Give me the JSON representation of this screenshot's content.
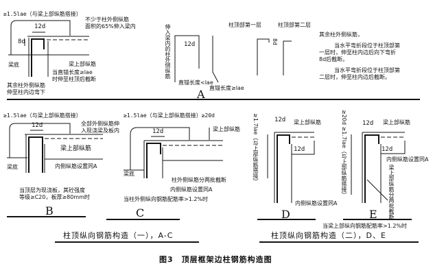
{
  "panel_a": {
    "lap_label": "≥1.5lae（与梁上部纵筋搭接）",
    "min_area_note": [
      "不少于柱外侧纵筋",
      "面积的65%伸入梁内"
    ],
    "d12": "12d",
    "d8": "8d",
    "beam_bottom": "梁底",
    "beam_top_bar": "梁上部纵筋",
    "straight_anchor_note": [
      "当直锚长度≥lae",
      "时伸至柱顶后截断"
    ],
    "other_bars_note": [
      "其余柱外侧纵筋",
      "伸至柱内边弯下"
    ],
    "vertical_label": "伸入梁内的柱外侧纵筋",
    "anchor_lt": "直锚长度<lae",
    "anchor_ge": "直锚长度≥lae",
    "layer1": "柱顶部第一层",
    "layer2": "柱顶部第二层",
    "d8b": "8d",
    "right_title": "其余柱外侧纵筋，",
    "right_p1": [
      "当水平弯折段位于柱顶部第",
      "一层时，伸至柱内边后向下弯折",
      "8d后截断。"
    ],
    "right_p2": [
      "当水平弯折段位于柱顶部第",
      "二层时，伸至柱内边后截断。"
    ],
    "letter": "A"
  },
  "panel_b": {
    "lap_label": "≥1.5lae（与梁上部纵筋搭接）",
    "all_bars_note": [
      "全部外侧纵筋伸",
      "入现浇梁及板内"
    ],
    "d12": "12d",
    "beam_top_bar": "梁上部纵筋",
    "inner_bars": "内侧纵筋设置同A",
    "beam_bottom": "梁底",
    "condition": [
      "当顶层为现浇板，其砼强度",
      "等级≥C20，板厚≥80mm时"
    ],
    "letter": "B"
  },
  "panel_c": {
    "lap_label": "≥1.5lae（与梁上部纵筋搭接）≥20d",
    "d12": "12d",
    "beam_top_bar": "梁上部纵筋",
    "beam_bottom": "梁底",
    "cut_note": "柱外侧纵筋分两批截断",
    "inner_bars": "内侧纵筋设置同A",
    "condition": "当柱外侧纵向钢筋配筋率>1.2%时",
    "letter": "C"
  },
  "panel_d": {
    "vertical_label": "≥1.7lae（与上部纵筋搭接）",
    "d12_top": "12d",
    "beam_top_bar": "梁上部纵筋",
    "d12_side": "12d",
    "inner_bars": "内侧纵筋设置同A",
    "letter": "D"
  },
  "panel_e": {
    "vertical_label": "≥20d ≥1.7lae（与上部纵筋搭接）",
    "d12_top": "12d",
    "beam_top_bar": "梁上部纵筋",
    "d12_side": "12d",
    "inner_bars": "内侧纵筋设置同A",
    "cut_note": "梁上部纵筋分两批截断",
    "condition": "当梁上部纵向钢筋配筋率>1.2%时",
    "letter": "E"
  },
  "captions": {
    "group1": "柱顶纵向钢筋构造（一），A-C",
    "group2": "柱顶纵向钢筋构造（二），D、E",
    "figure": "图3　顶层框架边柱钢筋构造图"
  }
}
